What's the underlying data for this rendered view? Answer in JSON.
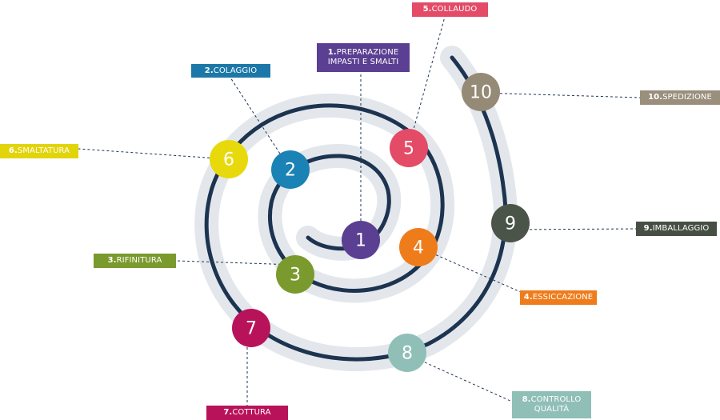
{
  "steps": [
    {
      "n": "1",
      "num": "1.",
      "text": "PREPARAZIONE",
      "text2": "IMPASTI E SMALTI",
      "color": "#5b3f92"
    },
    {
      "n": "2",
      "num": "2.",
      "text": "COLAGGIO",
      "color": "#1a82b4"
    },
    {
      "n": "3",
      "num": "3.",
      "text": "RIFINITURA",
      "color": "#7a9a2e"
    },
    {
      "n": "4",
      "num": "4.",
      "text": "ESSICCAZIONE",
      "color": "#ef7c1b"
    },
    {
      "n": "5",
      "num": "5.",
      "text": "COLLAUDO",
      "color": "#e34b67"
    },
    {
      "n": "6",
      "num": "6.",
      "text": "SMALTATURA",
      "color": "#e7d90c"
    },
    {
      "n": "7",
      "num": "7.",
      "text": "COTTURA",
      "color": "#b8135a"
    },
    {
      "n": "8",
      "num": "8.",
      "text": "CONTROLLO",
      "text2": "QUALITÀ",
      "color": "#8fbfb7"
    },
    {
      "n": "9",
      "num": "9.",
      "text": "IMBALLAGGIO",
      "color": "#4a5448"
    },
    {
      "n": "10",
      "num": "10.",
      "text": "SPEDIZIONE",
      "color": "#958a76"
    }
  ],
  "colors": {
    "spiral": "#1d3450",
    "halo": "#e3e7ec",
    "leader": "#1d3450",
    "label_2": "#1c78a8",
    "label_6": "#e2d40a",
    "label_9": "#474f45",
    "label_10": "#9a8f7c"
  }
}
